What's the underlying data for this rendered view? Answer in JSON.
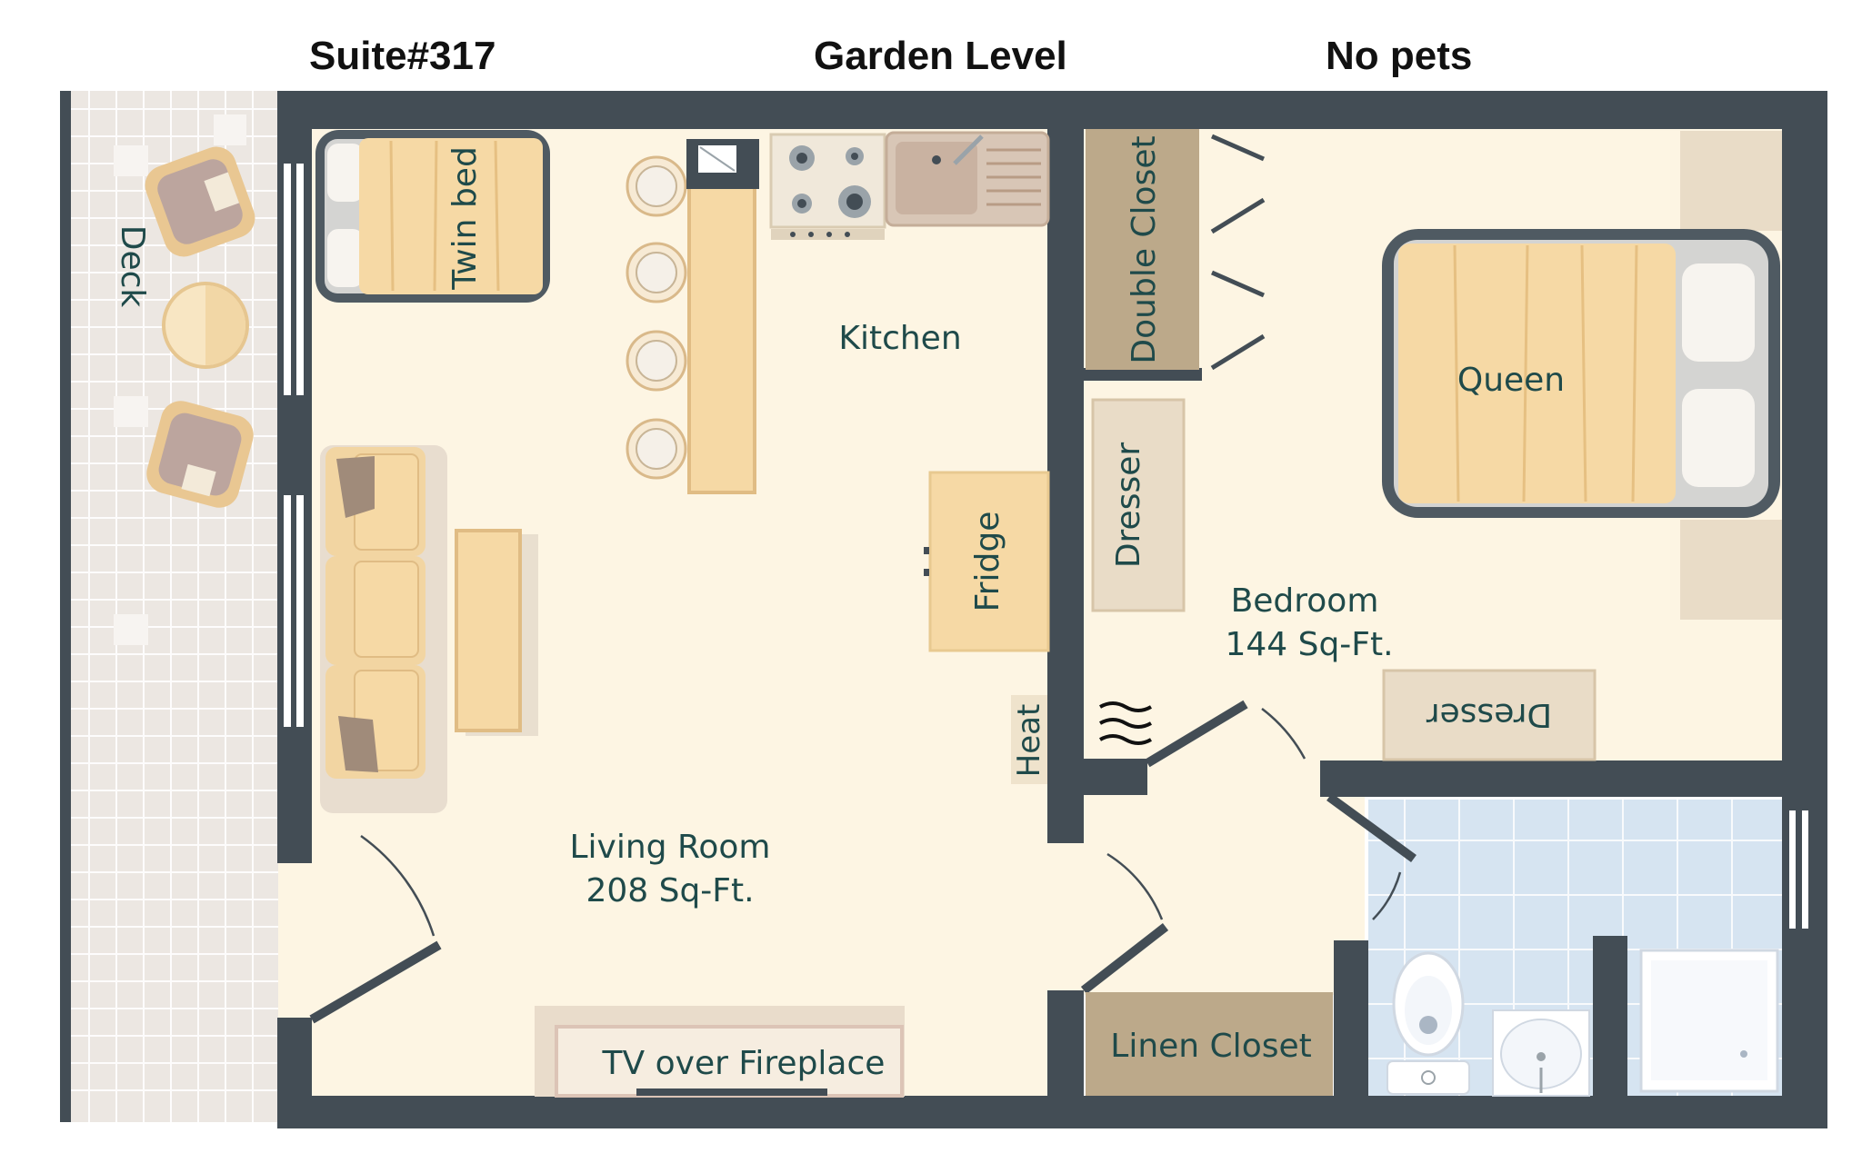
{
  "header": {
    "suite": "Suite#317",
    "level": "Garden Level",
    "policy": "No pets"
  },
  "rooms": {
    "deck": "Deck",
    "twin_bed": "Twin bed",
    "kitchen": "Kitchen",
    "double_closet": "Double Closet",
    "queen": "Queen",
    "dresser_left": "Dresser",
    "dresser_bottom": "Dresser",
    "fridge": "Fridge",
    "bedroom_name": "Bedroom",
    "bedroom_area": "144 Sq-Ft.",
    "heat": "Heat",
    "living_room_name": "Living Room",
    "living_room_area": "208 Sq-Ft.",
    "tv": "TV over Fireplace",
    "linen_closet": "Linen Closet"
  },
  "colors": {
    "wall": "#434d55",
    "floor": "#fdf5e3",
    "deck": "#ece7e2",
    "furniture": "#f6d9a5",
    "closet": "#bca98a",
    "dresser": "#e9dcc7",
    "bath_tile": "#d6e4f1",
    "text": "#1f4a4a"
  },
  "icons": [
    "armchair-icon",
    "round-table-icon",
    "stove-icon",
    "sink-icon",
    "bar-stool-icon",
    "sofa-icon",
    "toilet-icon",
    "bathroom-sink-icon",
    "shower-icon",
    "heat-vent-icon"
  ]
}
